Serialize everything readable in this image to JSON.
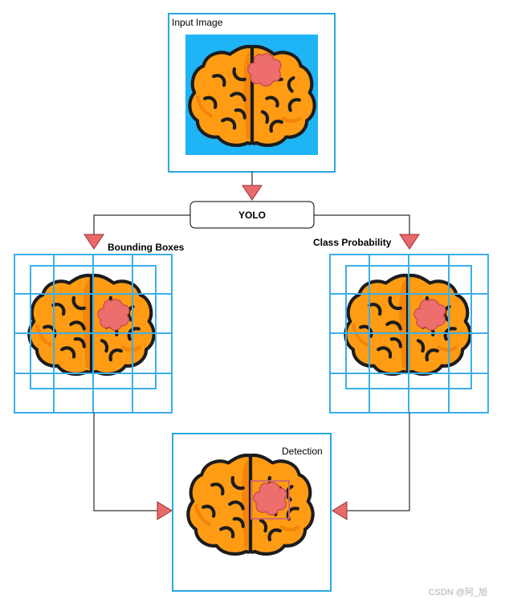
{
  "labels": {
    "input_image": "Input Image",
    "yolo": "YOLO",
    "bounding_boxes": "Bounding Boxes",
    "class_probability": "Class Probability",
    "detection": "Detection"
  },
  "watermark": "CSDN @阿_旭",
  "colors": {
    "frame_blue": "#2aa8e0",
    "input_background": "#1eb4f5",
    "brain_fill": "#ff9c14",
    "brain_shadow": "#f4850a",
    "brain_outline": "#1c1c1c",
    "tumor": "#ee6e6e",
    "arrow_fill": "#e86a6a",
    "grid_line": "#3daee9",
    "detection_box": "#d36a6a"
  },
  "icons": {
    "brain": "brain-icon",
    "tumor": "tumor-icon",
    "arrow": "triangle-arrow-icon"
  }
}
